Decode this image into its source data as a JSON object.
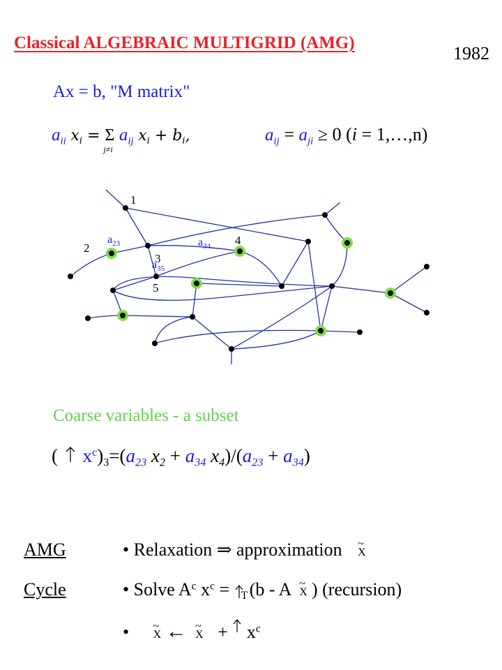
{
  "header": {
    "title": "Classical ALGEBRAIC MULTIGRID (AMG)",
    "year": "1982"
  },
  "equations": {
    "system": "Ax = b,   \"M matrix\"",
    "row_a": "a",
    "row_ii": "ii",
    "row_x1": "x",
    "row_i1": "i",
    "row_eq": " = ",
    "row_sum": "Σ",
    "row_sum_sub": "j≠i",
    "row_aij": "a",
    "row_ij": "ij",
    "row_x2": "x",
    "row_i2": "i",
    "row_plus_b": " + b",
    "row_bi": "i",
    "row_comma": ",",
    "cond_a1": "a",
    "cond_ij": "ij",
    "cond_eq": " = ",
    "cond_a2": "a",
    "cond_ji": "ji",
    "cond_rest": " ≥ 0  (",
    "cond_i": "i",
    "cond_range": " = 1,…,n)"
  },
  "graph": {
    "labels": {
      "n1": "1",
      "n2": "2",
      "n3": "3",
      "n4": "4",
      "n5": "5",
      "e23": "a",
      "e23_sub": "23",
      "e34": "a",
      "e34_sub": "34",
      "e35": "a",
      "e35_sub": "35"
    },
    "colors": {
      "edge": "#2233aa",
      "node": "#000000",
      "coarse_ring": "#7ce040",
      "label_blue": "#1a1ae6"
    }
  },
  "coarse": {
    "heading": "Coarse variables - a subset",
    "formula": {
      "open": "(",
      "xc": "x",
      "c": "c",
      "close_sub": ")",
      "sub3": "3",
      "eq": "=(",
      "a23": "a",
      "s23": "23",
      "x2": " x",
      "s2": "2",
      "plus": " + ",
      "a34": "a",
      "s34": "34",
      "x4": " x",
      "s4": "4",
      "div": ")/(",
      "a23b": "a",
      "s23b": "23",
      "plus2": " + ",
      "a34b": "a",
      "s34b": "34",
      "end": ")"
    }
  },
  "amg": {
    "label_amg": "AMG",
    "label_cycle": "Cycle",
    "bullet1_pre": "• Relaxation  ⇒  approximation",
    "bullet2_pre": "• Solve  A",
    "bullet2_c1": "c",
    "bullet2_x": " x",
    "bullet2_c2": "c",
    "bullet2_eq": " = ",
    "bullet2_T": "T",
    "bullet2_mid": "(b - A",
    "bullet2_end": ")   (recursion)",
    "bullet3_pre": "•",
    "bullet3_arrow": "←",
    "bullet3_plus": "+",
    "bullet3_x": "x",
    "bullet3_c": "c",
    "xsym": "X",
    "tilde": "~"
  }
}
